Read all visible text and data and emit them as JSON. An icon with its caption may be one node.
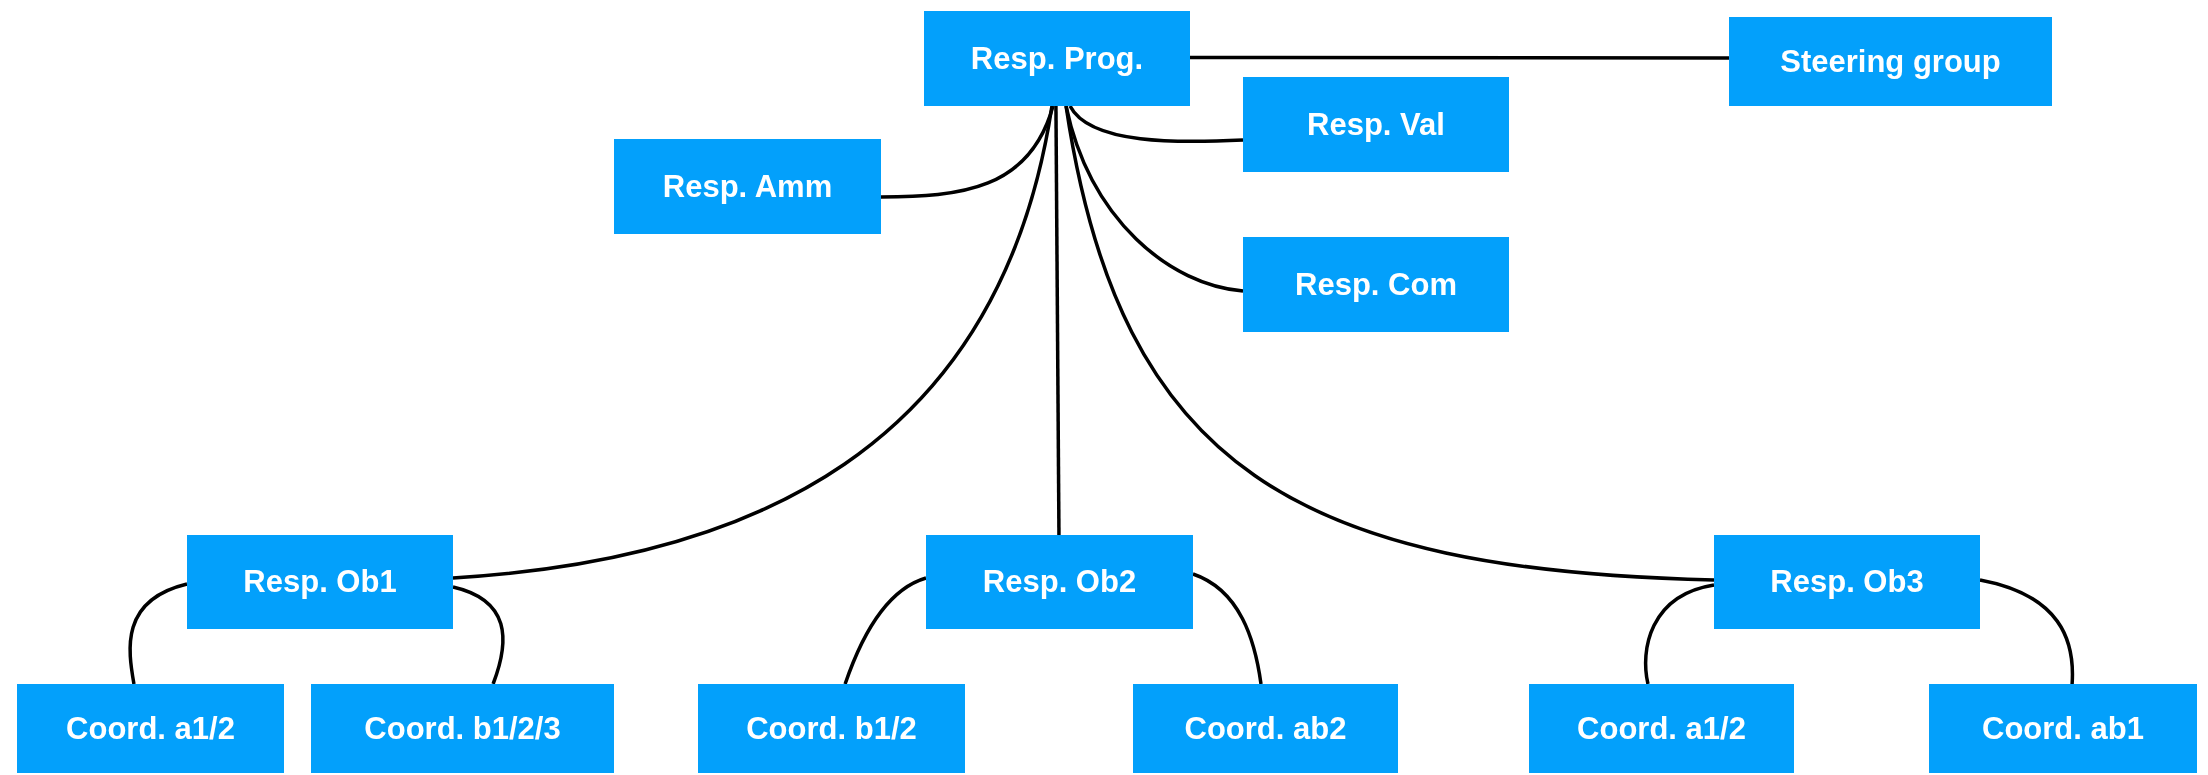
{
  "diagram": {
    "nodes": [
      {
        "text": [
          "Resp. Prog."
        ]
      },
      {
        "text": [
          "Steering group"
        ]
      },
      {
        "text": [
          "Resp. Val"
        ]
      },
      {
        "text": [
          "Resp. Amm"
        ]
      },
      {
        "text": [
          "Resp. Com"
        ]
      },
      {
        "text": [
          "Resp. Ob1"
        ]
      },
      {
        "text": [
          "Resp. Ob2"
        ]
      },
      {
        "text": [
          "Resp. Ob3"
        ]
      },
      {
        "text": [
          "Coord. a1/2"
        ]
      },
      {
        "text": [
          "Coord. b1/2/3"
        ]
      },
      {
        "text": [
          "Coord. b1/2"
        ]
      },
      {
        "text": [
          "Coord. ab2"
        ]
      },
      {
        "text": [
          "Coord. a1/2"
        ]
      },
      {
        "text": [
          "Coord. ab1"
        ]
      }
    ],
    "edges": [
      {
        "from": 0,
        "to": 1,
        "arrow": "none"
      },
      {
        "from": 0,
        "to": 2,
        "arrow": "none"
      },
      {
        "from": 0,
        "to": 3,
        "arrow": "none"
      },
      {
        "from": 0,
        "to": 4,
        "arrow": "none"
      },
      {
        "from": 0,
        "to": 5,
        "arrow": "none"
      },
      {
        "from": 0,
        "to": 6,
        "arrow": "none"
      },
      {
        "from": 0,
        "to": 7,
        "arrow": "none"
      },
      {
        "from": 5,
        "to": 8,
        "arrow": "none"
      },
      {
        "from": 5,
        "to": 9,
        "arrow": "none"
      },
      {
        "from": 6,
        "to": 10,
        "arrow": "none"
      },
      {
        "from": 6,
        "to": 11,
        "arrow": "none"
      },
      {
        "from": 7,
        "to": 12,
        "arrow": "none"
      },
      {
        "from": 7,
        "to": 13,
        "arrow": "none"
      }
    ]
  }
}
